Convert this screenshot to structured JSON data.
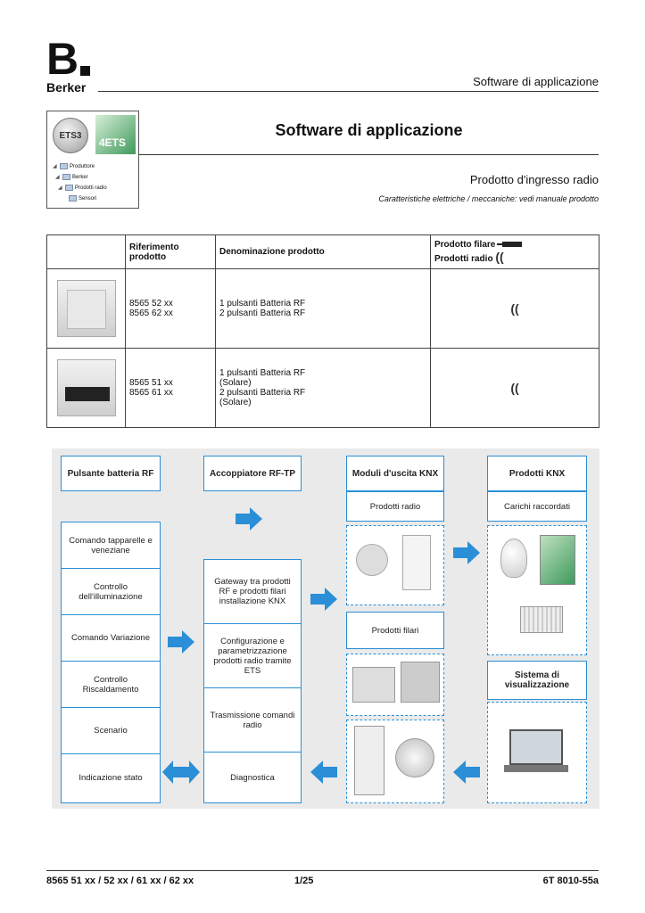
{
  "header": {
    "brand_letter": "B",
    "brand_name": "Berker",
    "section": "Software di applicazione"
  },
  "ets_panel": {
    "ets3_label": "ETS3",
    "ets4_label": "4ETS",
    "tree": [
      "Produttore",
      "Berker",
      "Prodotti radio",
      "Sensori"
    ]
  },
  "title": "Software di applicazione",
  "subtitle": "Prodotto d'ingresso radio",
  "subnote": "Caratteristiche elettriche / meccaniche: vedi manuale prodotto",
  "table": {
    "headers": {
      "ref": "Riferimento prodotto",
      "den": "Denominazione prodotto",
      "wired": "Prodotto filare",
      "radio": "Prodotti radio"
    },
    "rows": [
      {
        "ref": [
          "8565 52 xx",
          "8565 62 xx"
        ],
        "den": [
          "1 pulsanti Batteria RF",
          "2 pulsanti Batteria RF"
        ],
        "symbol": "(("
      },
      {
        "ref": [
          "8565 51 xx",
          "8565 61 xx"
        ],
        "den": [
          "1 pulsanti Batteria RF",
          "(Solare)",
          "2 pulsanti Batteria RF",
          "(Solare)"
        ],
        "symbol": "(("
      }
    ]
  },
  "diagram": {
    "col1": {
      "title": "Pulsante batteria RF",
      "items": [
        "Comando tapparelle e veneziane",
        "Controllo dell'illuminazione",
        "Comando Variazione",
        "Controllo Riscaldamento",
        "Scenario",
        "Indicazione stato"
      ]
    },
    "col2": {
      "title": "Accoppiatore RF-TP",
      "items": [
        "Gateway tra prodotti RF e prodotti filari installazione KNX",
        "Configurazione e parametrizzazione prodotti radio tramite ETS",
        "Trasmissione comandi radio",
        "Diagnostica"
      ]
    },
    "col3": {
      "title": "Moduli d'uscita KNX",
      "radio": "Prodotti radio",
      "wired": "Prodotti filari"
    },
    "col4": {
      "title": "Prodotti KNX",
      "loads": "Carichi raccordati",
      "vis_title": "Sistema di visualizzazione"
    },
    "accent": "#2a8fd6"
  },
  "footer": {
    "refs": "8565 51 xx / 52 xx / 61 xx / 62 xx",
    "page": "1/25",
    "code": "6T 8010-55a"
  }
}
